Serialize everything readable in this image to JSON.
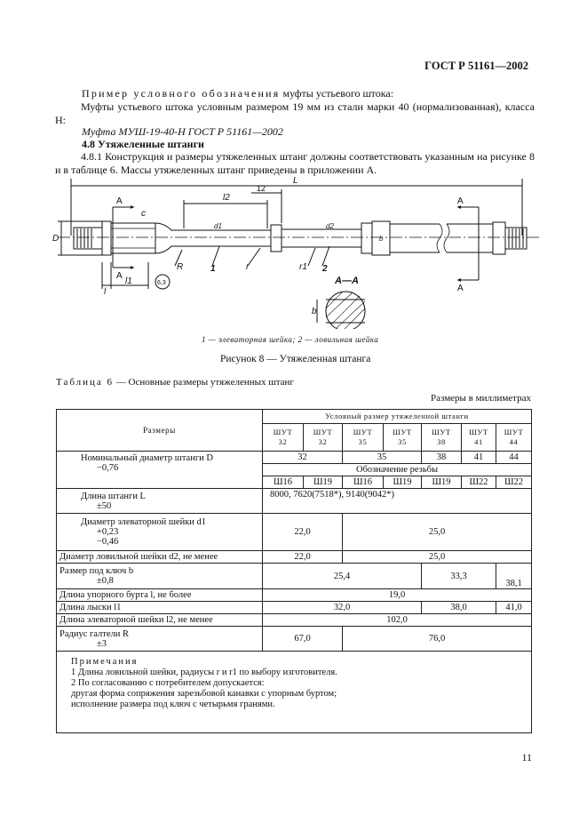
{
  "header": {
    "standard": "ГОСТ Р 51161—2002"
  },
  "intro": {
    "example_heading": "Пример условного обозначения",
    "example_rest": " муфты устьевого штока:",
    "example_text": "Муфты устьевого штока условным размером 19 мм из стали марки 40 (нормализованная), класса Н:",
    "example_designation": "Муфта МУШ-19-40-Н ГОСТ Р 51161—2002"
  },
  "section": {
    "title": "4.8 Утяжеленные штанги",
    "paragraph": "4.8.1 Конструкция и размеры утяжеленных штанг должны соответствовать указанным на рисунке 8 и в таблице 6. Массы утяжеленных штанг приведены в приложении А."
  },
  "figure": {
    "labels": {
      "L": "L",
      "l2": "l2",
      "dim12": "12",
      "A1": "А",
      "A2": "А",
      "A3": "А",
      "A4": "А",
      "c": "c",
      "D": "D",
      "d1": "d1",
      "d2": "d2",
      "b_right": "b",
      "r": "r",
      "r1": "r1",
      "R": "R",
      "n1": "1",
      "n2": "2",
      "l": "l",
      "l1": "l1",
      "roughness": "6,3",
      "section": "А—А",
      "section_b": "b"
    },
    "legend": "1 — элеваторная шейка; 2 — ловильная шейка",
    "caption": "Рисунок 8 — Утяжеленная штанга"
  },
  "table": {
    "title_spaced": "Таблица 6",
    "title_rest": " — Основные размеры утяжеленных штанг",
    "units": "Размеры в миллиметрах",
    "header_param": "Размеры",
    "header_group": "Условный размер утяжеленной штанги",
    "columns": [
      {
        "name": "ШУТ",
        "size": "32"
      },
      {
        "name": "ШУТ",
        "size": "32"
      },
      {
        "name": "ШУТ",
        "size": "35"
      },
      {
        "name": "ШУТ",
        "size": "35"
      },
      {
        "name": "ШУТ",
        "size": "38"
      },
      {
        "name": "ШУТ",
        "size": "41"
      },
      {
        "name": "ШУТ",
        "size": "44"
      }
    ],
    "rows": {
      "D_label1": "Номинальный диаметр штанги D",
      "D_label2": "−0,76",
      "D_vals": [
        "32",
        "35",
        "38",
        "41",
        "44"
      ],
      "thread_label": "Обозначение резьбы",
      "threads": [
        "Ш16",
        "Ш19",
        "Ш16",
        "Ш19",
        "Ш19",
        "Ш22",
        "Ш22"
      ],
      "L_label1": "Длина штанги L",
      "L_label2": "±50",
      "L_val": "8000, 7620(7518*), 9140(9042*)",
      "d1_label1": "Диаметр элеваторной шейки d1",
      "d1_label2": "+0,23",
      "d1_label3": "−0,46",
      "d1_vals": [
        "22,0",
        "25,0"
      ],
      "d2_label": "Диаметр ловильной шейки d2, не менее",
      "d2_vals": [
        "22,0",
        "25,0"
      ],
      "b_label1": "Размер под ключ b",
      "b_label2": "±0,8",
      "b_vals": [
        "25,4",
        "33,3",
        "38,1"
      ],
      "l_label": "Длина упорного бурта l, не более",
      "l_val": "19,0",
      "l1_label": "Длина лыски l1",
      "l1_vals": [
        "32,0",
        "38,0",
        "41,0"
      ],
      "l2_label": "Длина элеваторной шейки l2, не менее",
      "l2_val": "102,0",
      "R_label1": "Радиус галтели R",
      "R_label2": "±3",
      "R_vals": [
        "67,0",
        "76,0"
      ]
    },
    "notes": {
      "title": "Примечания",
      "n1": "1 Длина ловильной шейки, радиусы r и r1 по выбору изготовителя.",
      "n2": "2 По согласованию с потребителем допускается:",
      "n3": "другая форма сопряжения зарезьбовой канавки с упорным буртом;",
      "n4": "исполнение размера под ключ с четырьмя гранями."
    }
  },
  "page_number": "11"
}
